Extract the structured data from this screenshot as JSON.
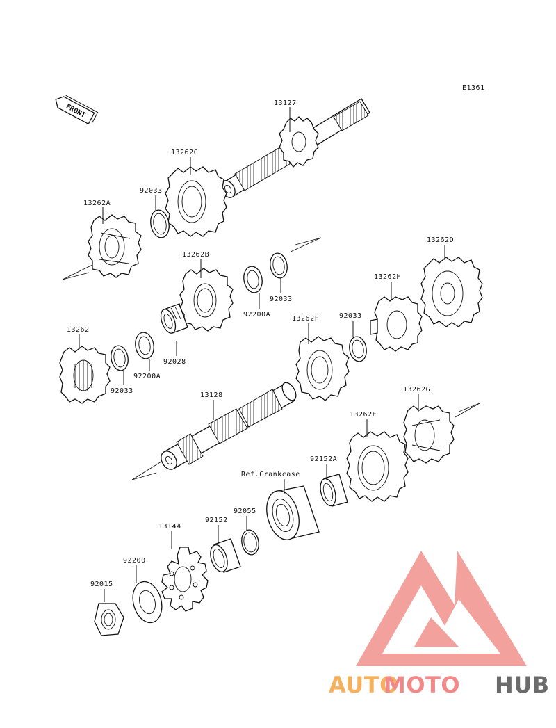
{
  "diagram_code": "E1361",
  "front_label": "FRONT",
  "ref_label": "Ref.Crankcase",
  "parts": {
    "p13127": "13127",
    "p13262C": "13262C",
    "p92033_a": "92033",
    "p13262A": "13262A",
    "p13262B": "13262B",
    "p92033_b": "92033",
    "p92200A_a": "92200A",
    "p13262D": "13262D",
    "p13262H": "13262H",
    "p92033_c": "92033",
    "p13262F": "13262F",
    "p13262": "13262",
    "p92028": "92028",
    "p92200A_b": "92200A",
    "p92033_d": "92033",
    "p13128": "13128",
    "p13262G": "13262G",
    "p13262E": "13262E",
    "p92152A": "92152A",
    "p92055": "92055",
    "p92152": "92152",
    "p13144": "13144",
    "p92200": "92200",
    "p92015": "92015"
  },
  "watermark": {
    "part1": "AUTO",
    "part2": "MOTO",
    "part3": "HUB",
    "color1": "#f5b25e",
    "color2": "#f08a8a",
    "color3": "#6b6b6b",
    "logo_color": "#f08a84"
  }
}
